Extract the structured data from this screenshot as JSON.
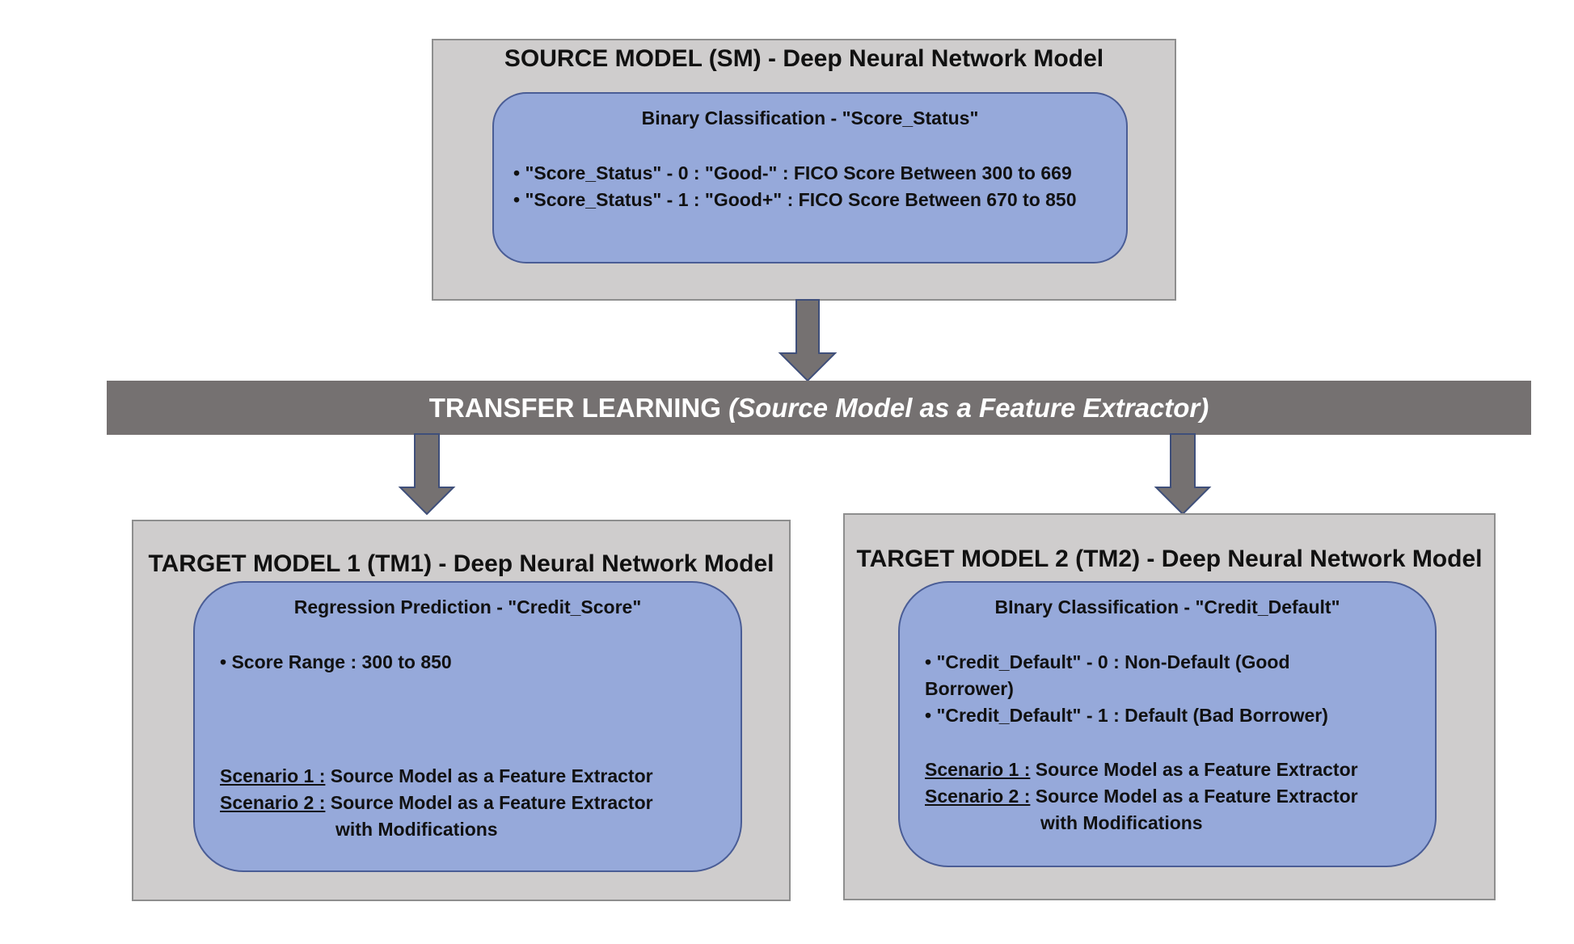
{
  "source_model": {
    "title": "SOURCE MODEL (SM) - Deep Neural Network Model",
    "inner_title": "Binary Classification - \"Score_Status\"",
    "bullets": [
      "• \"Score_Status\" - 0 : \"Good-\" : FICO Score Between 300 to 669",
      "• \"Score_Status\" - 1 : \"Good+\" : FICO Score Between 670 to 850"
    ]
  },
  "transfer": {
    "label": "TRANSFER LEARNING",
    "sublabel": "(Source  Model as a Feature  Extractor)"
  },
  "target1": {
    "title": "TARGET MODEL 1 (TM1) - Deep Neural Network Model",
    "inner_title": "Regression Prediction - \"Credit_Score\"",
    "bullet": "• Score Range : 300 to 850",
    "scenario1_label": "Scenario 1 :",
    "scenario1_text": "Source Model as a Feature Extractor",
    "scenario2_label": "Scenario 2 :",
    "scenario2_text": "Source Model as a Feature Extractor",
    "scenario2_cont": "with Modifications"
  },
  "target2": {
    "title": "TARGET MODEL 2 (TM2) - Deep Neural Network Model",
    "inner_title": "BInary Classification  - \"Credit_Default\"",
    "bullet1_line1": "• \"Credit_Default\" - 0 : Non-Default (Good",
    "bullet1_line2": "Borrower)",
    "bullet2": "• \"Credit_Default\" - 1 : Default (Bad Borrower)",
    "scenario1_label": "Scenario 1 :",
    "scenario1_text": "Source Model as a Feature Extractor",
    "scenario2_label": "Scenario 2 :",
    "scenario2_text": "Source Model as a Feature Extractor",
    "scenario2_cont": "with Modifications"
  },
  "colors": {
    "outer_box": "#cfcdcd",
    "inner_box": "#96a9da",
    "banner": "#757171",
    "arrow": "#757171"
  }
}
